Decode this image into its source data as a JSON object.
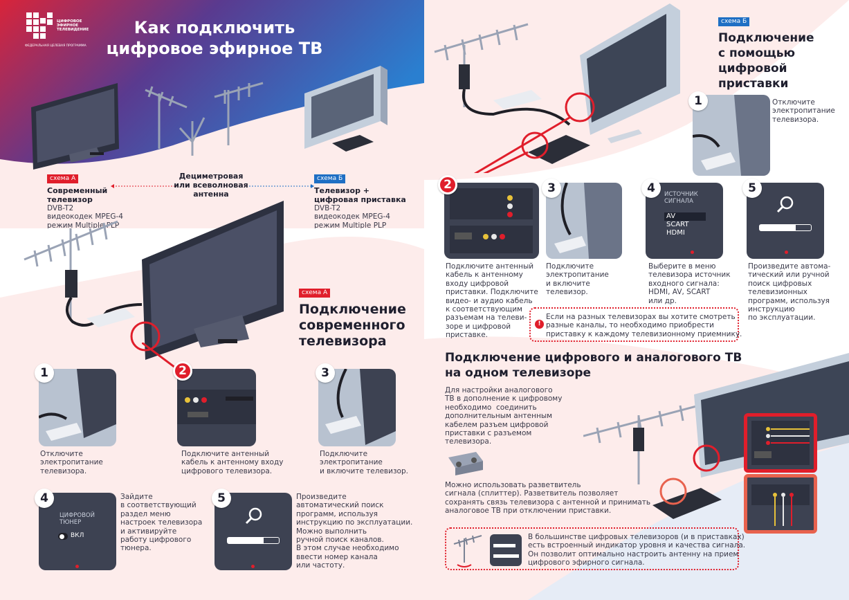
{
  "logo": {
    "text": "ЦИФРОВОЕ\nЭФИРНОЕ\nТЕЛЕВИДЕНИЕ",
    "subtitle": "ФЕДЕРАЛЬНАЯ ЦЕЛЕВАЯ ПРОГРАММА"
  },
  "title": "Как подключить\nцифровое эфирное ТВ",
  "scheme_a_tag": "схема А",
  "scheme_b_tag": "схема Б",
  "scheme_a": {
    "title": "Современный\nтелевизор",
    "lines": "DVB-T2\nвидеокодек MPEG-4\nрежим Multiple PLP"
  },
  "antenna_label": "Дециметровая\nили всеволновая\nантенна",
  "scheme_b": {
    "title": "Телевизор +\nцифровая приставка",
    "lines": "DVB-T2\nвидеокодек MPEG-4\nрежим Multiple PLP"
  },
  "section_a": {
    "tag": "схема А",
    "title": "Подключение\nсовременного\nтелевизора"
  },
  "steps_a": [
    {
      "num": "1",
      "text": "Отключите\nэлектропитание\nтелевизора."
    },
    {
      "num": "2",
      "text": "Подключите антенный\nкабель к антенному входу\nцифрового телевизора."
    },
    {
      "num": "3",
      "text": "Подключите\nэлектропитание\nи включите телевизор."
    },
    {
      "num": "4",
      "text": "Зайдите\nв соответствующий\nраздел меню\nнастроек телевизора\nи активируйте\nработу цифрового\nтюнера.",
      "panel_title": "ЦИФРОВОЙ\nТЮНЕР",
      "toggle": "ВКЛ"
    },
    {
      "num": "5",
      "text": "Произведите\nавтоматический поиск\nпрограмм, используя\nинструкцию по эксплуатации.\nМожно выполнить\nручной поиск каналов.\nВ этом случае необходимо\nввести номер канала\nили частоту."
    }
  ],
  "section_b": {
    "tag": "схема Б",
    "title": "Подключение\nс помощью\nцифровой\nприставки"
  },
  "steps_b": [
    {
      "num": "1",
      "text": "Отключите\nэлектропитание\nтелевизора."
    },
    {
      "num": "2",
      "text": "Подключите антенный\nкабель к антенному\nвходу цифровой\nприставки. Подключите\nвидео- и аудио кабель\nк соответствующим\nразъемам на телеви-\nзоре и цифровой\nприставке."
    },
    {
      "num": "3",
      "text": "Подключите\nэлектропитание\nи включите\nтелевизор."
    },
    {
      "num": "4",
      "text": "Выберите в меню\nтелевизора источник\nвходного сигнала:\nHDMI, AV, SCART\nили др.",
      "panel_title": "ИСТОЧНИК\nСИГНАЛА",
      "options": [
        "AV",
        "SCART",
        "HDMI"
      ]
    },
    {
      "num": "5",
      "text": "Произведите автома-\nтический или ручной\nпоиск цифровых\nтелевизионных\nпрограмм, используя\nинструкцию\nпо эксплуатации."
    }
  ],
  "note_b": "Если на разных телевизорах вы хотите смотреть\nразные каналы, то необходимо приобрести\nприставку к каждому телевизионному приемнику.",
  "section_c": {
    "title": "Подключение цифрового и аналогового ТВ\nна одном телевизоре",
    "text1": "Для настройки аналогового\nТВ в дополнение к цифровому\nнеобходимо  соединить\nдополнительным антенным\nкабелем разъем цифровой\nприставки с разъемом\nтелевизора.",
    "text2": "Можно использовать разветвитель\nсигнала (сплиттер). Разветвитель позволяет\nсохранять связь телевизора с антенной и принимать\nаналоговое ТВ при отключении приставки.",
    "note": "В большинстве цифровых телевизоров (и в приставках)\nесть встроенный индикатор уровня и качества сигнала.\nОн позволит оптимально настроить антенну на прием\nцифрового эфирного сигнала."
  },
  "colors": {
    "red": "#e01e2b",
    "blue": "#1e6fc4",
    "panel": "#3d4252"
  }
}
